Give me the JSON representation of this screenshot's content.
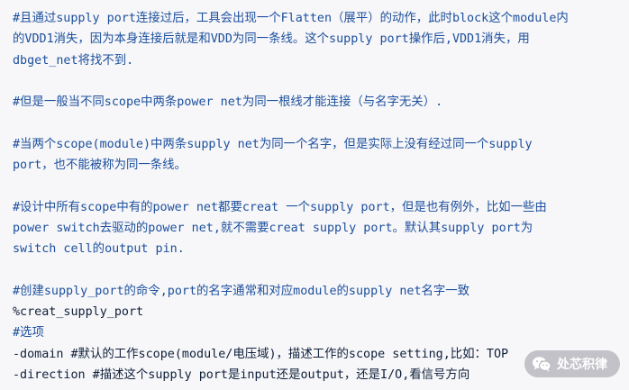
{
  "lines": [
    {
      "text": "#且通过supply port连接过后，工具会出现一个Flatten（展平）的动作，此时block这个module内",
      "kind": "comment"
    },
    {
      "text": "的VDD1消失，因为本身连接后就是和VDD为同一条线。这个supply port操作后,VDD1消失，用",
      "kind": "comment"
    },
    {
      "text": "dbget_net将找不到.",
      "kind": "comment"
    },
    {
      "text": "",
      "kind": "blank"
    },
    {
      "text": "#但是一般当不同scope中两条power net为同一根线才能连接（与名字无关）.",
      "kind": "comment"
    },
    {
      "text": "",
      "kind": "blank"
    },
    {
      "text": "#当两个scope(module)中两条supply net为同一个名字，但是实际上没有经过同一个supply",
      "kind": "comment"
    },
    {
      "text": "port，也不能被称为同一条线。",
      "kind": "comment"
    },
    {
      "text": "",
      "kind": "blank"
    },
    {
      "text": "#设计中所有scope中有的power net都要creat 一个supply port，但是也有例外，比如一些由",
      "kind": "comment"
    },
    {
      "text": "power switch去驱动的power net,就不需要creat supply port。默认其supply port为",
      "kind": "comment"
    },
    {
      "text": "switch cell的output pin.",
      "kind": "comment"
    },
    {
      "text": "",
      "kind": "blank"
    },
    {
      "text": "#创建supply_port的命令,port的名字通常和对应module的supply net名字一致",
      "kind": "comment"
    },
    {
      "text": "%creat_supply_port",
      "kind": "cmd"
    },
    {
      "text": "#选项",
      "kind": "comment"
    },
    {
      "text": "-domain #默认的工作scope(module/电压域)，描述工作的scope setting,比如：TOP",
      "kind": "cmd"
    },
    {
      "text": "-direction #描述这个supply port是input还是output，还是I/O,看信号方向",
      "kind": "cmd"
    }
  ],
  "watermark": {
    "text": "处芯积律",
    "icon": "wechat-icon"
  }
}
